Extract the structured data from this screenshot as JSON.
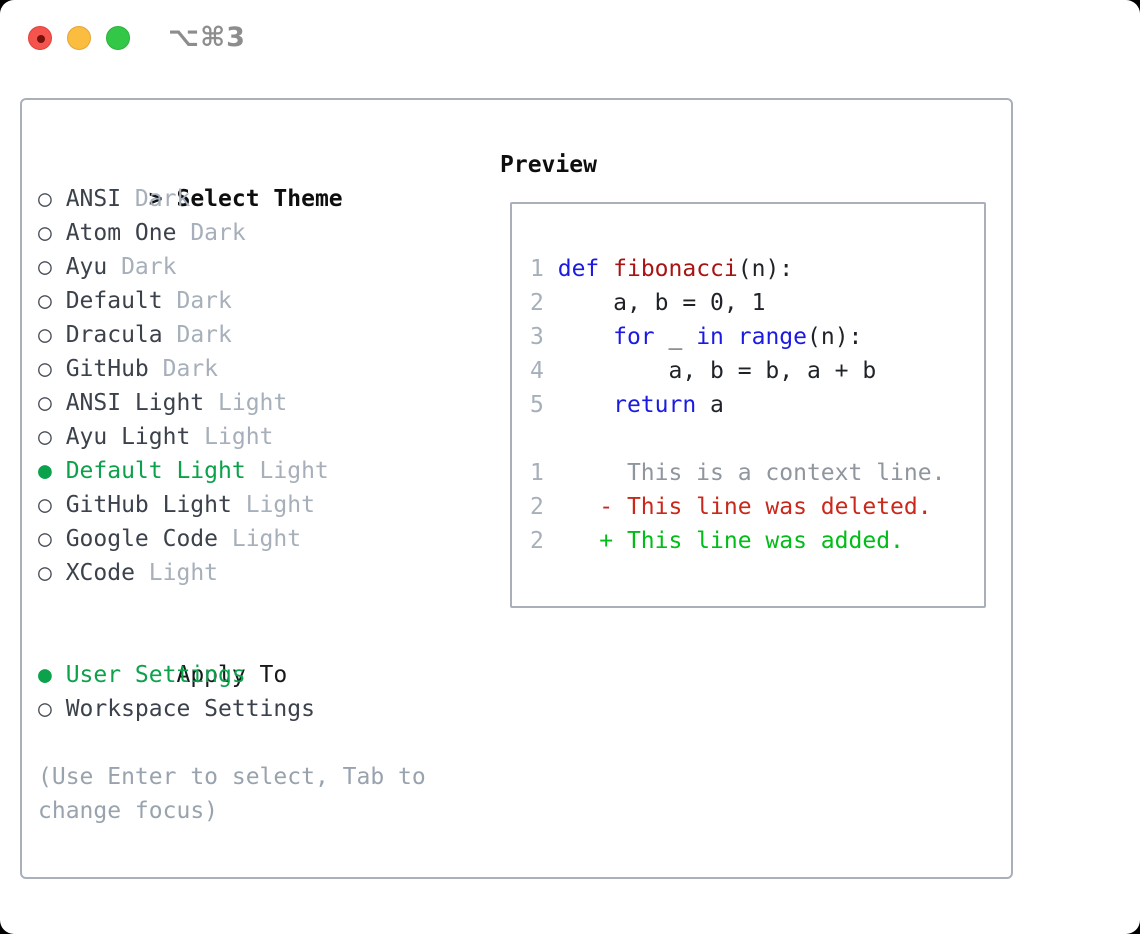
{
  "chrome": {
    "window_title": "⌥⌘3"
  },
  "markers": {
    "cursor": ">",
    "selected": "●",
    "unselected": "○"
  },
  "theme_selector": {
    "header": "Select Theme",
    "themes": [
      {
        "name": "ANSI",
        "variant": "Dark",
        "selected": false
      },
      {
        "name": "Atom One",
        "variant": "Dark",
        "selected": false
      },
      {
        "name": "Ayu",
        "variant": "Dark",
        "selected": false
      },
      {
        "name": "Default",
        "variant": "Dark",
        "selected": false
      },
      {
        "name": "Dracula",
        "variant": "Dark",
        "selected": false
      },
      {
        "name": "GitHub",
        "variant": "Dark",
        "selected": false
      },
      {
        "name": "ANSI Light",
        "variant": "Light",
        "selected": false
      },
      {
        "name": "Ayu Light",
        "variant": "Light",
        "selected": false
      },
      {
        "name": "Default Light",
        "variant": "Light",
        "selected": true
      },
      {
        "name": "GitHub Light",
        "variant": "Light",
        "selected": false
      },
      {
        "name": "Google Code",
        "variant": "Light",
        "selected": false
      },
      {
        "name": "XCode",
        "variant": "Light",
        "selected": false
      }
    ],
    "apply_header": "Apply To",
    "apply_options": [
      {
        "label": "User Settings",
        "selected": true
      },
      {
        "label": "Workspace Settings",
        "selected": false
      }
    ],
    "hint": "(Use Enter to select, Tab to change focus)"
  },
  "preview": {
    "label": "Preview",
    "code": {
      "lines": [
        [
          [
            "ln",
            "1"
          ],
          [
            "pl",
            " "
          ],
          [
            "kw",
            "def"
          ],
          [
            "pl",
            " "
          ],
          [
            "fn",
            "fibonacci"
          ],
          [
            "pl",
            "(n):"
          ]
        ],
        [
          [
            "ln",
            "2"
          ],
          [
            "pl",
            "     a, b = 0, 1"
          ]
        ],
        [
          [
            "ln",
            "3"
          ],
          [
            "pl",
            "     "
          ],
          [
            "kw",
            "for"
          ],
          [
            "pl",
            " _ "
          ],
          [
            "kw",
            "in"
          ],
          [
            "pl",
            " "
          ],
          [
            "kw",
            "range"
          ],
          [
            "pl",
            "(n):"
          ]
        ],
        [
          [
            "ln",
            "4"
          ],
          [
            "pl",
            "         a, b = b, a + b"
          ]
        ],
        [
          [
            "ln",
            "5"
          ],
          [
            "pl",
            "     "
          ],
          [
            "kw",
            "return"
          ],
          [
            "pl",
            " a"
          ]
        ],
        [],
        [
          [
            "ln",
            "1"
          ],
          [
            "ctx",
            "      This is a context line."
          ]
        ],
        [
          [
            "ln",
            "2"
          ],
          [
            "pl",
            "    "
          ],
          [
            "del",
            "- This line was deleted."
          ]
        ],
        [
          [
            "ln",
            "2"
          ],
          [
            "pl",
            "    "
          ],
          [
            "add",
            "+ This line was added."
          ]
        ]
      ]
    }
  },
  "colors": {
    "title_gray": "#8d8d8d",
    "traffic_red": "#f4544d",
    "traffic_red_ring": "#e04238",
    "traffic_yellow": "#fbbd3f",
    "traffic_green": "#33c748",
    "border": "#a9b0ba",
    "header_black": "#0d0e10",
    "apply_header": "#16181c",
    "text": "#3c424b",
    "muted": "#a6afba",
    "marker": "#4b515a",
    "selected_green": "#0ca24b",
    "hint": "#99a3ae",
    "line_number": "#a6afba",
    "code_text": "#1f2328",
    "keyword": "#1b1ae3",
    "function": "#a81414",
    "context": "#8f969e",
    "deleted": "#c9291b",
    "added": "#01bd17"
  }
}
